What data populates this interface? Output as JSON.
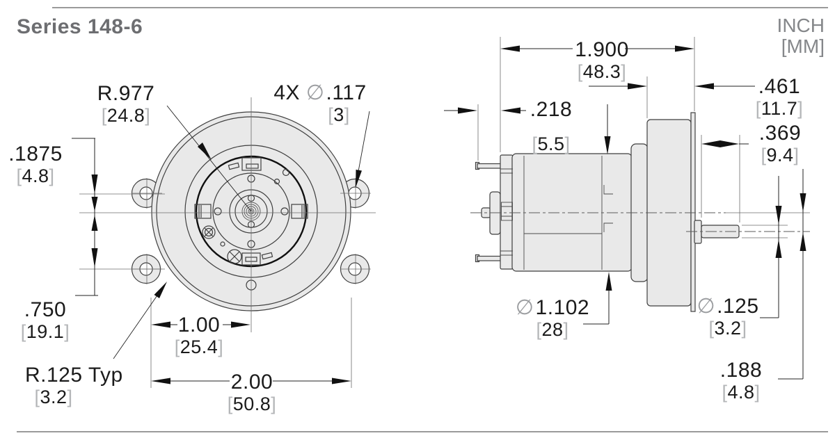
{
  "meta": {
    "lb": "[",
    "rb": "]",
    "dia_symbol": "∅"
  },
  "header": {
    "title": "Series 148-6",
    "units_inch": "INCH",
    "units_mm": "[MM]"
  },
  "front_view": {
    "radius_flange": {
      "inch": "R.977",
      "mm": "24.8"
    },
    "mount_holes": {
      "prefix": "4X",
      "inch": ".117",
      "mm": "3"
    },
    "hole_offset": {
      "inch": ".1875",
      "mm": "4.8"
    },
    "hole_spacing": {
      "inch": ".750",
      "mm": "19.1"
    },
    "fillet": {
      "inch": "R.125 Typ",
      "mm": "3.2"
    },
    "half_width": {
      "inch": "1.00",
      "mm": "25.4"
    },
    "full_width": {
      "inch": "2.00",
      "mm": "50.8"
    }
  },
  "side_view": {
    "overall_length": {
      "inch": "1.900",
      "mm": "48.3"
    },
    "terminal_length": {
      "inch": ".218",
      "mm": "5.5"
    },
    "gearbox_depth": {
      "inch": ".461",
      "mm": "11.7"
    },
    "shaft_length": {
      "inch": ".369",
      "mm": "9.4"
    },
    "motor_diameter": {
      "inch": "1.102",
      "mm": "28"
    },
    "shaft_diameter": {
      "inch": ".125",
      "mm": "3.2"
    },
    "axis_offset": {
      "inch": ".188",
      "mm": "4.8"
    }
  }
}
